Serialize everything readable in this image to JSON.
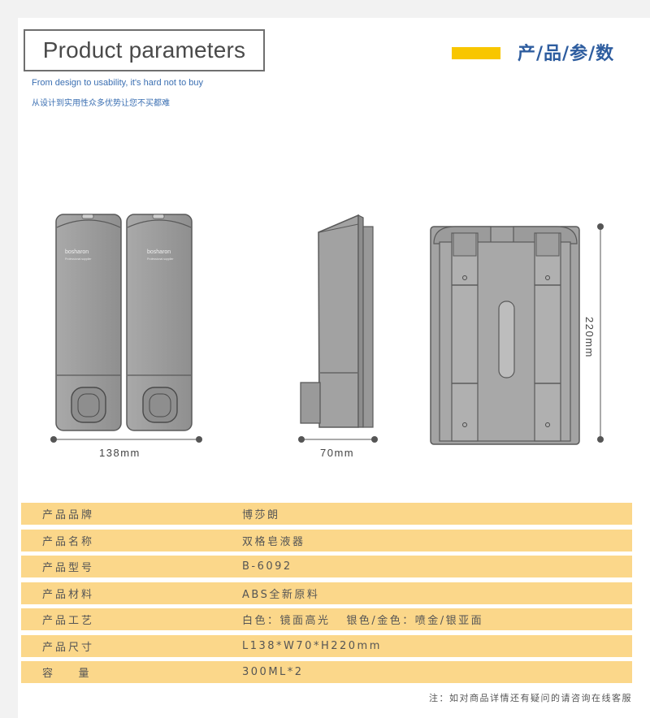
{
  "header": {
    "title_en": "Product parameters",
    "tagline_en": "From design to usability, it's hard not to buy",
    "tagline_cn": "从设计到实用性众多优势让您不买都难",
    "title_cn": "产/品/参/数",
    "accent_color": "#f8c600",
    "cn_title_color": "#2e5d9f"
  },
  "product": {
    "brand_print": "bosharon",
    "brand_sub": "Professional supplier"
  },
  "dimensions": {
    "width": "138mm",
    "depth": "70mm",
    "height": "220mm"
  },
  "specs": [
    {
      "label": "产品品牌",
      "value": "博莎朗"
    },
    {
      "label": "产品名称",
      "value": "双格皂液器"
    },
    {
      "label": "产品型号",
      "value": "B-6092"
    },
    {
      "label": "产品材料",
      "value": "ABS全新原料"
    },
    {
      "label": "产品工艺",
      "value": "白色：镜面高光   银色/金色：喷金/银亚面"
    },
    {
      "label": "产品尺寸",
      "value": "L138*W70*H220mm"
    },
    {
      "label": "容    量",
      "value": "300ML*2"
    }
  ],
  "note": "注：如对商品详情还有疑问的请咨询在线客服"
}
